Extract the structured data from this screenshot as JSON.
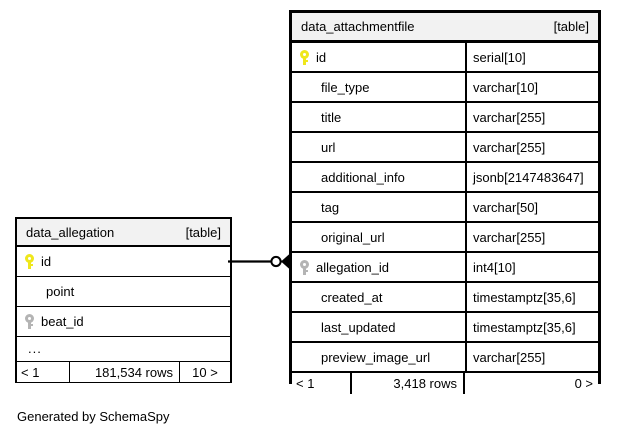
{
  "diagram": {
    "caption": "Generated by SchemaSpy",
    "background_color": "#ffffff",
    "line_color": "#000000",
    "header_fill": "#f2f2f2",
    "pk_key_color": "#efe71c",
    "fk_key_color": "#b4b4b4"
  },
  "tables": {
    "attachmentfile": {
      "name": "data_attachmentfile",
      "kind": "[table]",
      "columns": [
        {
          "key": "pk",
          "name": "id",
          "type": "serial[10]"
        },
        {
          "key": "",
          "name": "file_type",
          "type": "varchar[10]"
        },
        {
          "key": "",
          "name": "title",
          "type": "varchar[255]"
        },
        {
          "key": "",
          "name": "url",
          "type": "varchar[255]"
        },
        {
          "key": "",
          "name": "additional_info",
          "type": "jsonb[2147483647]"
        },
        {
          "key": "",
          "name": "tag",
          "type": "varchar[50]"
        },
        {
          "key": "",
          "name": "original_url",
          "type": "varchar[255]"
        },
        {
          "key": "fk",
          "name": "allegation_id",
          "type": "int4[10]"
        },
        {
          "key": "",
          "name": "created_at",
          "type": "timestamptz[35,6]"
        },
        {
          "key": "",
          "name": "last_updated",
          "type": "timestamptz[35,6]"
        },
        {
          "key": "",
          "name": "preview_image_url",
          "type": "varchar[255]"
        }
      ],
      "footer": {
        "left": "< 1",
        "middle": "3,418 rows",
        "right": "0 >"
      }
    },
    "allegation": {
      "name": "data_allegation",
      "kind": "[table]",
      "columns": [
        {
          "key": "pk",
          "name": "id"
        },
        {
          "key": "",
          "name": "point"
        },
        {
          "key": "fk",
          "name": "beat_id"
        }
      ],
      "more_indicator": "...",
      "footer": {
        "left": "< 1",
        "middle": "181,534 rows",
        "right": "10 >"
      }
    }
  },
  "relationship": {
    "from_table": "data_allegation",
    "from_column": "id",
    "to_table": "data_attachmentfile",
    "to_column": "allegation_id",
    "from_cardinality": "zero-or-one",
    "to_cardinality": "many"
  }
}
